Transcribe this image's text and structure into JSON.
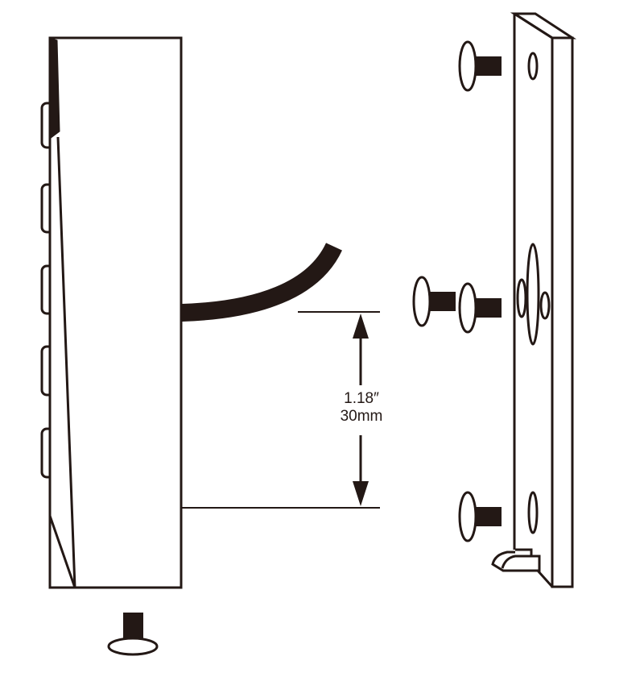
{
  "diagram": {
    "type": "installation-side-view",
    "stroke_color": "#231815",
    "background_color": "#ffffff",
    "components": {
      "device": "keypad-body-side-view",
      "cable": "cable",
      "mounting_plate": "mounting-plate",
      "screws_top": "screw",
      "screws_middle": [
        "screw",
        "screw"
      ],
      "screws_bottom_plate": "screw",
      "screw_bottom_device": "screw"
    },
    "dimension": {
      "imperial": "1.18″",
      "metric": "30mm"
    }
  }
}
